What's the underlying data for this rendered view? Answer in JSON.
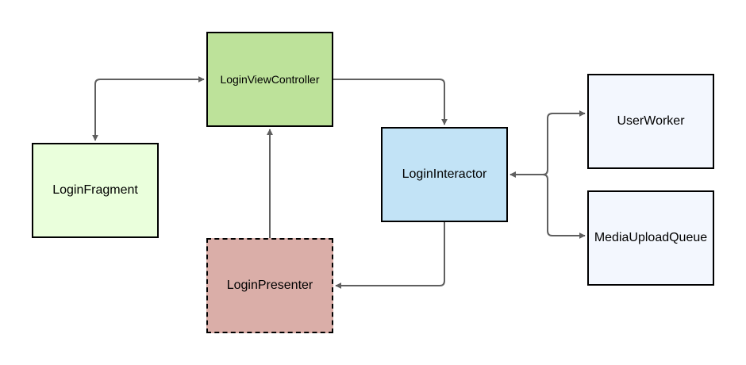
{
  "nodes": {
    "login_view_controller": {
      "label": "LoginViewController",
      "fill": "#bde29a"
    },
    "login_fragment": {
      "label": "LoginFragment",
      "fill": "#eaffdc"
    },
    "login_interactor": {
      "label": "LoginInteractor",
      "fill": "#c2e3f6"
    },
    "user_worker": {
      "label": "UserWorker",
      "fill": "#f3f7fe"
    },
    "media_upload_queue": {
      "label": "MediaUploadQueue",
      "fill": "#f3f7fe"
    },
    "login_presenter": {
      "label": "LoginPresenter",
      "fill": "#daaea8",
      "border_style": "dashed"
    }
  },
  "edge_color": "#5f5f5f",
  "edges": [
    {
      "from": "login_fragment",
      "to": "login_view_controller",
      "bidirectional": true
    },
    {
      "from": "login_view_controller",
      "to": "login_interactor",
      "bidirectional": false
    },
    {
      "from": "login_interactor",
      "to": "user_worker",
      "bidirectional": true
    },
    {
      "from": "login_interactor",
      "to": "media_upload_queue",
      "bidirectional": true
    },
    {
      "from": "login_interactor",
      "to": "login_presenter",
      "bidirectional": false
    },
    {
      "from": "login_presenter",
      "to": "login_view_controller",
      "bidirectional": false
    }
  ]
}
